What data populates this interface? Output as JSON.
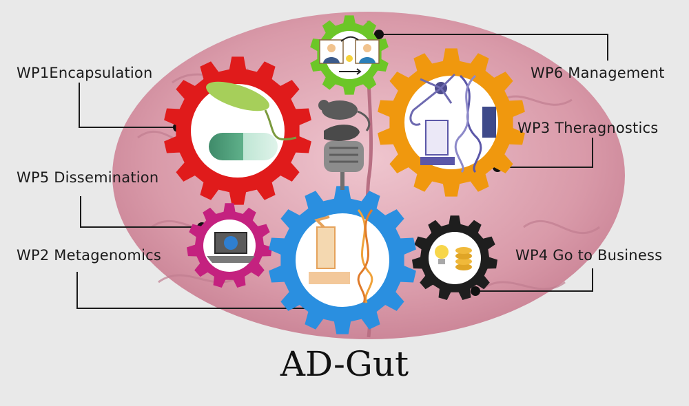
{
  "title": "AD-Gut",
  "work_packages": [
    {
      "id": "wp1",
      "label": "WP1Encapsulation",
      "color": "#e01b1b",
      "icon": "bacterium-capsule-icon"
    },
    {
      "id": "wp2",
      "label": "WP2 Metagenomics",
      "color": "#c4217f",
      "icon": "laptop-globe-icon"
    },
    {
      "id": "wp3",
      "label": "WP3 Theragnostics",
      "color": "#f0980e",
      "icon": "neuron-microscope-dna-icon"
    },
    {
      "id": "wp4",
      "label": "WP4 Go to Business",
      "color": "#1e1e1e",
      "icon": "lightbulb-coins-icon"
    },
    {
      "id": "wp5",
      "label": "WP5 Dissemination",
      "color": "#2a8fe0",
      "icon": "microscope-dna-icon"
    },
    {
      "id": "wp6",
      "label": "WP6 Management",
      "color": "#6cc627",
      "icon": "people-exchange-icon"
    }
  ],
  "center_icons": [
    "mouse-icon",
    "liver-icon",
    "intestine-icon"
  ],
  "background_icon": "brain-icon"
}
